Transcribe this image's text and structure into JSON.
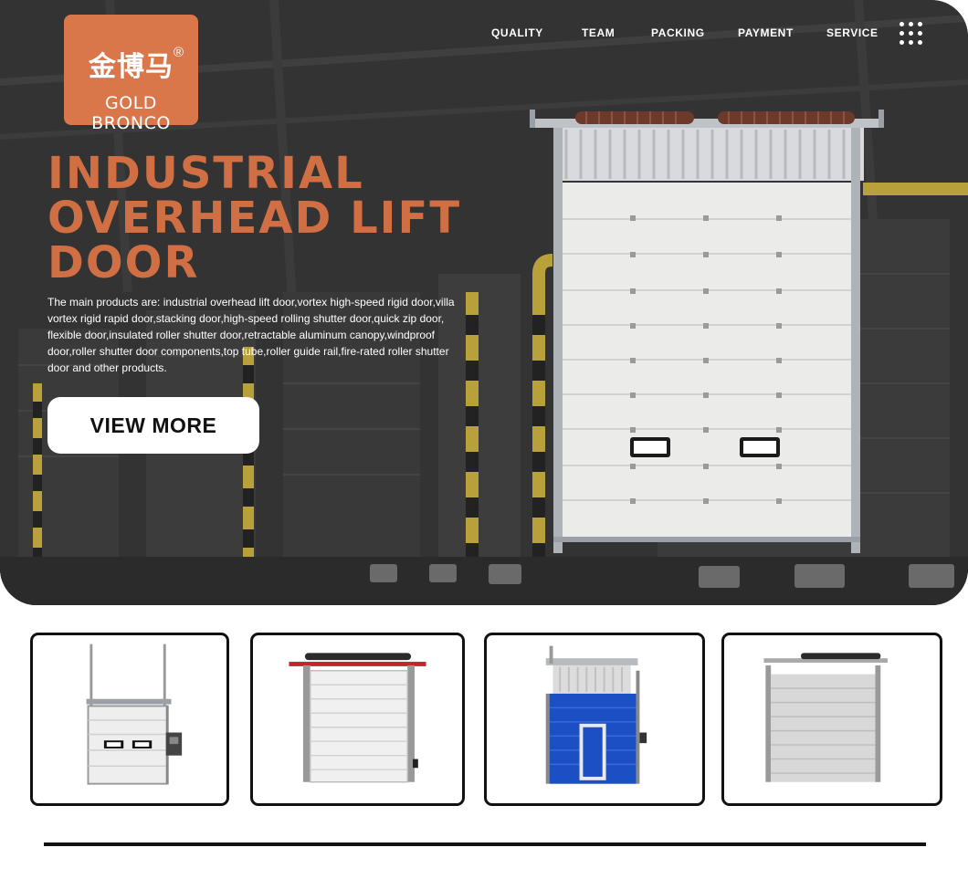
{
  "brand": {
    "logo_cn": "金博马",
    "logo_reg": "®",
    "logo_en": "GOLD BRONCO",
    "accent_color": "#d9774b",
    "title_color": "#cf6f43"
  },
  "nav": {
    "items": [
      {
        "label": "QUALITY"
      },
      {
        "label": "TEAM"
      },
      {
        "label": "PACKING"
      },
      {
        "label": "PAYMENT"
      },
      {
        "label": "SERVICE"
      }
    ],
    "menu_icon": "grid-menu-icon"
  },
  "hero": {
    "title": "INDUSTRIAL OVERHEAD LIFT DOOR",
    "description": "The main products are: industrial overhead lift door,vortex high-speed rigid door,villa vortex rigid rapid door,stacking door,high-speed rolling shutter door,quick zip door, flexible door,insulated roller shutter door,retractable aluminum canopy,windproof door,roller shutter door components,top tube,roller guide rail,fire-rated roller shutter door and other products.",
    "cta_label": "VIEW MORE",
    "product_image": "industrial-overhead-lift-door-image"
  },
  "thumbnails": [
    {
      "image": "lift-door-with-windows-image",
      "panel_color": "#eeeeee"
    },
    {
      "image": "lift-door-red-header-image",
      "panel_color": "#f0f0f0"
    },
    {
      "image": "blue-lift-door-with-wicket-image",
      "panel_color": "#1d4fc4"
    },
    {
      "image": "grey-sectional-door-image",
      "panel_color": "#d8d8d8"
    }
  ]
}
